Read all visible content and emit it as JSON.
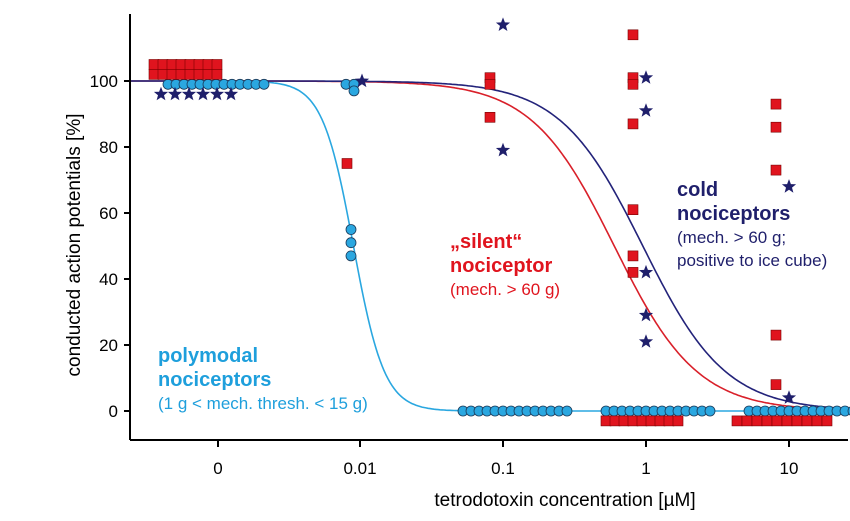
{
  "chart_data": {
    "type": "scatter",
    "xlabel": "tetrodotoxin concentration [µM]",
    "ylabel": "conducted action potentials [%]",
    "x_tick_labels": [
      "0",
      "0.01",
      "0.1",
      "1",
      "10"
    ],
    "y_ticks": [
      0,
      20,
      40,
      60,
      80,
      100
    ],
    "ylim": [
      -10,
      120
    ],
    "x_scale": "log (with 0 column)",
    "grid": false,
    "annotations": [
      {
        "key": "polymodal",
        "title": [
          "polymodal",
          "nociceptors"
        ],
        "subtitle": [
          "(1 g < mech. thresh. < 15 g)"
        ],
        "color": "#1e9fdc"
      },
      {
        "key": "silent",
        "title": [
          "„silent“",
          "nociceptor"
        ],
        "subtitle": [
          "(mech. > 60 g)"
        ],
        "color": "#e0141e"
      },
      {
        "key": "cold",
        "title": [
          "cold",
          "nociceptors"
        ],
        "subtitle": [
          "(mech. > 60 g;",
          "positive to ice cube)"
        ],
        "color": "#1f1f6b"
      }
    ],
    "series": [
      {
        "key": "polymodal",
        "marker": "circle",
        "color": "#2aa7e0",
        "points": [
          {
            "x": "0",
            "y": [
              99,
              99,
              99,
              99,
              99,
              99,
              99,
              99,
              99,
              99,
              99,
              99,
              99
            ]
          },
          {
            "x": "0.01",
            "y": [
              99,
              99,
              97
            ]
          },
          {
            "x": "0.01",
            "y": [
              55,
              51,
              47
            ]
          },
          {
            "x": "0.1",
            "y": [
              0,
              0,
              0,
              0,
              0,
              0,
              0,
              0,
              0,
              0,
              0,
              0,
              0,
              0
            ]
          },
          {
            "x": "1",
            "y": [
              0,
              0,
              0,
              0,
              0,
              0,
              0,
              0,
              0,
              0,
              0,
              0,
              0,
              0
            ]
          },
          {
            "x": "10",
            "y": [
              0,
              0,
              0,
              0,
              0,
              0,
              0,
              0,
              0,
              0,
              0,
              0,
              0,
              0
            ]
          }
        ],
        "fit": {
          "type": "sigmoid",
          "top": 100,
          "bottom": 0,
          "ec50": 0.009,
          "hill": 4
        }
      },
      {
        "key": "silent",
        "marker": "square",
        "color": "#e0141e",
        "points": [
          {
            "x": "0",
            "y": [
              105,
              105,
              105,
              105,
              105,
              105,
              105,
              105,
              102,
              102,
              102,
              102,
              102,
              102,
              102,
              102
            ]
          },
          {
            "x": "0.01",
            "y": [
              75
            ]
          },
          {
            "x": "0.1",
            "y": [
              101,
              99,
              89
            ]
          },
          {
            "x": "1",
            "y": [
              114,
              101,
              99,
              87,
              61,
              47,
              42
            ]
          },
          {
            "x": "1",
            "y": [
              -3,
              -3,
              -3,
              -3,
              -3,
              -3,
              -3,
              -3,
              -3
            ]
          },
          {
            "x": "10",
            "y": [
              93,
              86,
              73,
              23,
              8
            ]
          },
          {
            "x": "10",
            "y": [
              -3,
              -3,
              -3,
              -3,
              -3,
              -3,
              -3,
              -3,
              -3,
              -3
            ]
          }
        ],
        "fit": {
          "type": "sigmoid",
          "top": 100,
          "bottom": 0,
          "ec50": 0.6,
          "hill": 1.5
        }
      },
      {
        "key": "cold",
        "marker": "star",
        "color": "#1f1f6b",
        "points": [
          {
            "x": "0",
            "y": [
              96,
              96,
              96,
              96,
              96,
              96
            ]
          },
          {
            "x": "0.01",
            "y": [
              100
            ]
          },
          {
            "x": "0.1",
            "y": [
              117,
              79
            ]
          },
          {
            "x": "1",
            "y": [
              101,
              91,
              42,
              29,
              21
            ]
          },
          {
            "x": "10",
            "y": [
              68,
              4
            ]
          }
        ],
        "fit": {
          "type": "sigmoid",
          "top": 100,
          "bottom": 0,
          "ec50": 0.95,
          "hill": 1.5
        }
      }
    ]
  }
}
